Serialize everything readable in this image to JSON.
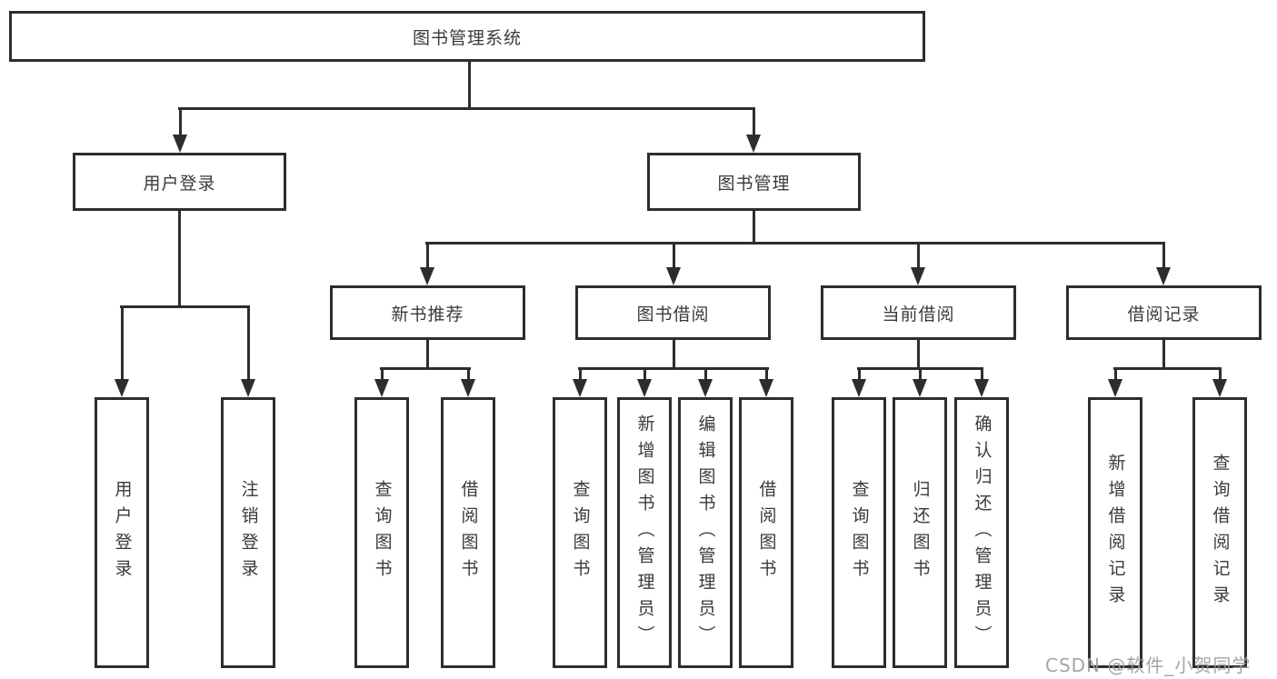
{
  "nodes": {
    "root": "图书管理系统",
    "user_login": "用户登录",
    "book_mgmt": "图书管理",
    "new_book": "新书推荐",
    "book_borrow": "图书借阅",
    "current_borrow": "当前借阅",
    "borrow_record": "借阅记录"
  },
  "leaves": {
    "user_login": [
      "用户登录",
      "注销登录"
    ],
    "new_book": [
      "查询图书",
      "借阅图书"
    ],
    "book_borrow": [
      "查询图书",
      "新增图书（管理员）",
      "编辑图书（管理员）",
      "借阅图书"
    ],
    "current_borrow": [
      "查询图书",
      "归还图书",
      "确认归还（管理员）"
    ],
    "borrow_record": [
      "新增借阅记录",
      "查询借阅记录"
    ]
  },
  "watermark": "CSDN @软件_小贺同学",
  "colors": {
    "line": "#2d2d2d",
    "text": "#3a3a3a",
    "background": "#ffffff",
    "watermark": "#9b9b9b"
  }
}
